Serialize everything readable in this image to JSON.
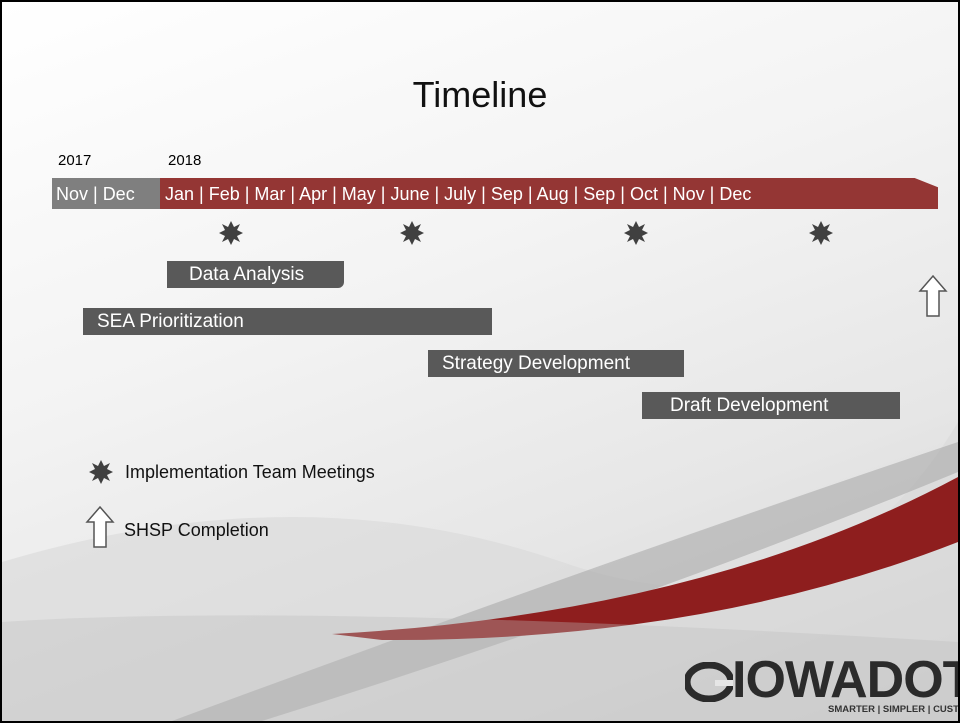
{
  "slide": {
    "title": "Timeline"
  },
  "years": {
    "y2017": "2017",
    "y2018": "2018"
  },
  "months": {
    "label_2017": "Nov | Dec",
    "label_2018": "Jan | Feb | Mar | Apr | May | June | July | Sep | Aug | Sep | Oct  | Nov | Dec"
  },
  "tasks": {
    "data_analysis": "Data Analysis",
    "sea_prioritization": "SEA Prioritization",
    "strategy_development": "Strategy Development",
    "draft_development": "Draft Development"
  },
  "legend": {
    "meetings": "Implementation Team Meetings",
    "completion": "SHSP Completion"
  },
  "logo": {
    "name": "IOWADOT",
    "tagline": "SMARTER | SIMPLER | CUSTOMER DRIVEN"
  },
  "colors": {
    "accent_red": "#943634",
    "bar_gray": "#595959",
    "month_gray": "#7f7f7f"
  }
}
